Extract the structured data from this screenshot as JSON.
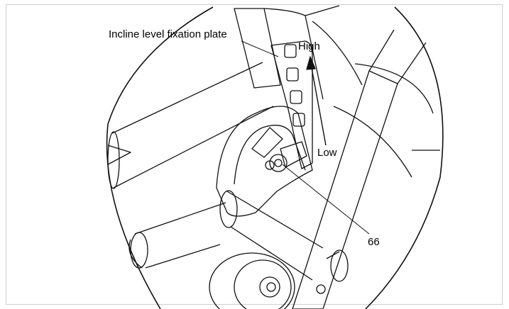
{
  "diagram": {
    "labels": {
      "plate": "Incline level fixation plate",
      "high": "High",
      "low": "Low",
      "part_number": "66"
    },
    "colors": {
      "stroke": "#111111",
      "frame": "#cfcfcf"
    }
  }
}
